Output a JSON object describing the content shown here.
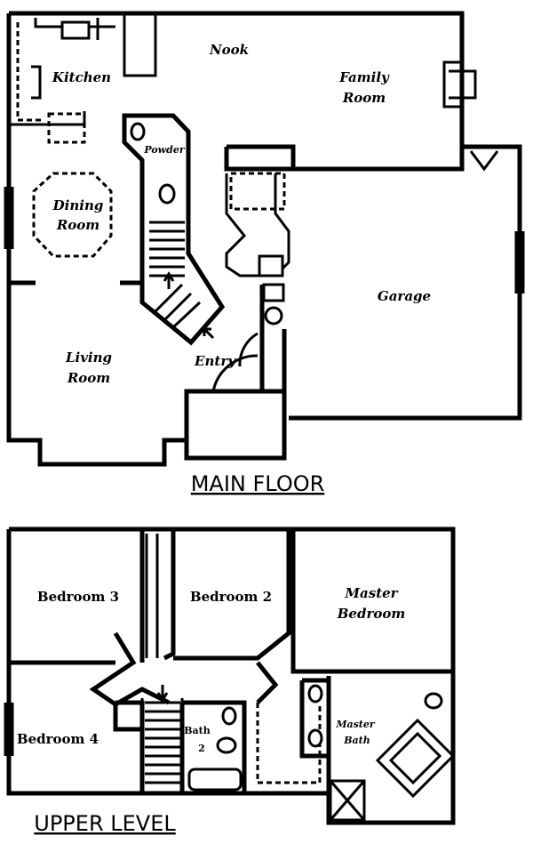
{
  "main_floor": {
    "title": "MAIN FLOOR",
    "rooms": {
      "nook": "Nook",
      "kitchen": "Kitchen",
      "family_1": "Family",
      "family_2": "Room",
      "powder": "Powder",
      "dining_1": "Dining",
      "dining_2": "Room",
      "garage": "Garage",
      "living_1": "Living",
      "living_2": "Room",
      "entry": "Entry"
    }
  },
  "upper_level": {
    "title": "UPPER LEVEL",
    "rooms": {
      "bedroom3": "Bedroom 3",
      "bedroom2": "Bedroom 2",
      "master_1": "Master",
      "master_2": "Bedroom",
      "bedroom4": "Bedroom 4",
      "bath2_1": "Bath",
      "bath2_2": "2",
      "master_bath_1": "Master",
      "master_bath_2": "Bath"
    }
  }
}
